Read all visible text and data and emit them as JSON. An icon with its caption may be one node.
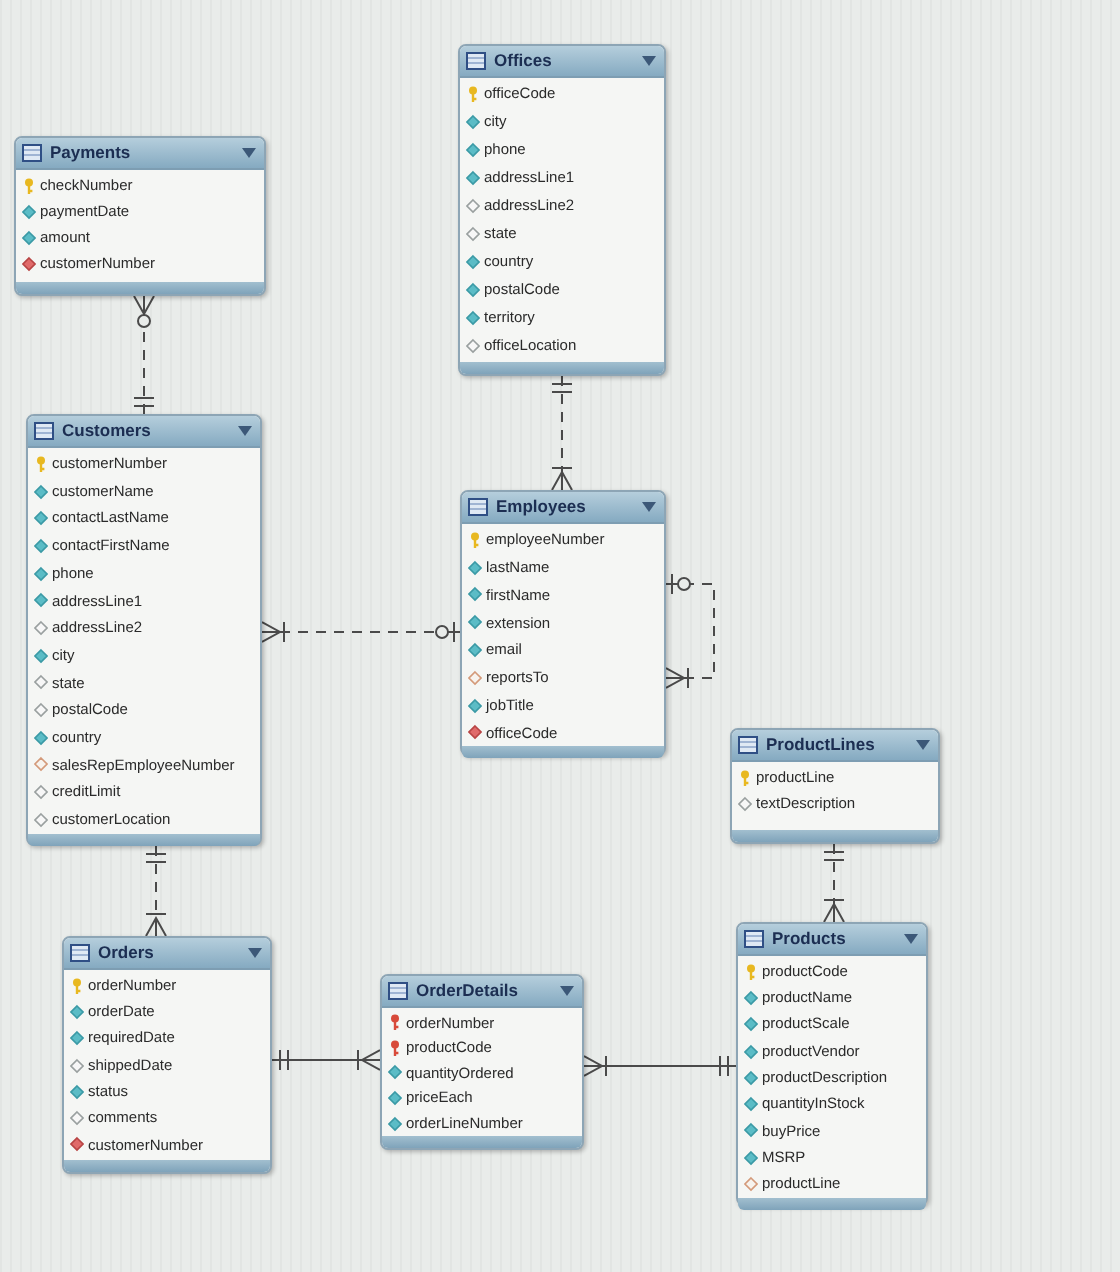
{
  "diagram": {
    "nodes": [
      {
        "text": [
          "Offices",
          "officeCode",
          "city",
          "phone",
          "addressLine1",
          "addressLine2",
          "state",
          "country",
          "postalCode",
          "territory",
          "officeLocation"
        ]
      },
      {
        "text": [
          "Payments",
          "checkNumber",
          "paymentDate",
          "amount",
          "customerNumber"
        ]
      },
      {
        "text": [
          "Customers",
          "customerNumber",
          "customerName",
          "contactLastName",
          "contactFirstName",
          "phone",
          "addressLine1",
          "addressLine2",
          "city",
          "state",
          "postalCode",
          "country",
          "salesRepEmployeeNumber",
          "creditLimit",
          "customerLocation"
        ]
      },
      {
        "text": [
          "Employees",
          "employeeNumber",
          "lastName",
          "firstName",
          "extension",
          "email",
          "reportsTo",
          "jobTitle",
          "officeCode"
        ]
      },
      {
        "text": [
          "ProductLines",
          "productLine",
          "textDescription"
        ]
      },
      {
        "text": [
          "Orders",
          "orderNumber",
          "orderDate",
          "requiredDate",
          "shippedDate",
          "status",
          "comments",
          "customerNumber"
        ]
      },
      {
        "text": [
          "OrderDetails",
          "orderNumber",
          "productCode",
          "quantityOrdered",
          "priceEach",
          "orderLineNumber"
        ]
      },
      {
        "text": [
          "Products",
          "productCode",
          "productName",
          "productScale",
          "productVendor",
          "productDescription",
          "quantityInStock",
          "buyPrice",
          "MSRP",
          "productLine"
        ]
      }
    ],
    "edges": [
      {
        "from": 1,
        "to": 2,
        "arrow": "other",
        "style": "dashed"
      },
      {
        "from": 0,
        "to": 3,
        "arrow": "other",
        "style": "dashed"
      },
      {
        "from": 2,
        "to": 3,
        "arrow": "other",
        "style": "dashed"
      },
      {
        "from": 3,
        "to": 3,
        "arrow": "other",
        "style": "dashed"
      },
      {
        "from": 2,
        "to": 5,
        "arrow": "other",
        "style": "dashed"
      },
      {
        "from": 5,
        "to": 6,
        "arrow": "other"
      },
      {
        "from": 6,
        "to": 7,
        "arrow": "other"
      },
      {
        "from": 4,
        "to": 7,
        "arrow": "other",
        "style": "dashed"
      }
    ]
  }
}
